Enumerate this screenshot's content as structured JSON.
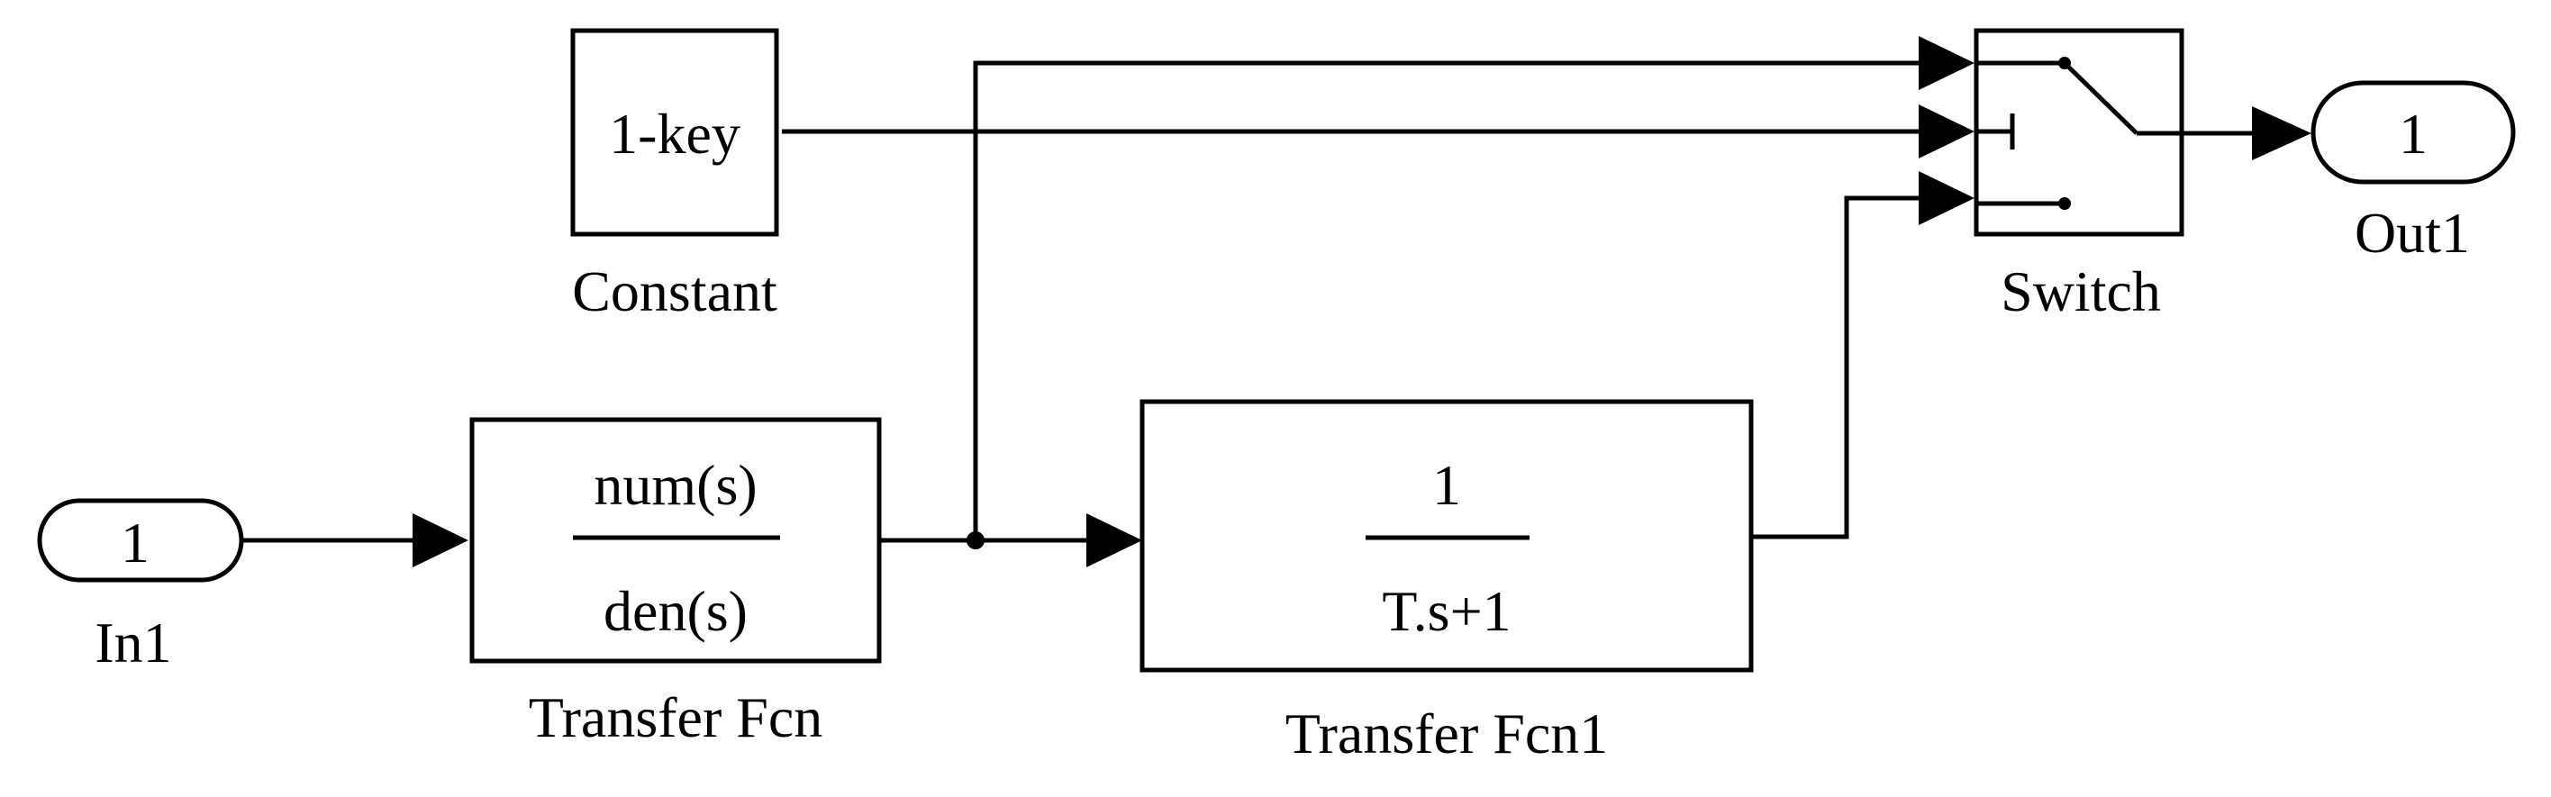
{
  "blocks": {
    "constant": {
      "value": "1-key",
      "name": "Constant"
    },
    "in1": {
      "port": "1",
      "name": "In1"
    },
    "transfer_fcn": {
      "numerator": "num(s)",
      "denominator": "den(s)",
      "name": "Transfer Fcn"
    },
    "transfer_fcn1": {
      "numerator": "1",
      "denominator": "T.s+1",
      "name": "Transfer Fcn1"
    },
    "switch": {
      "name": "Switch"
    },
    "out1": {
      "port": "1",
      "name": "Out1"
    }
  }
}
